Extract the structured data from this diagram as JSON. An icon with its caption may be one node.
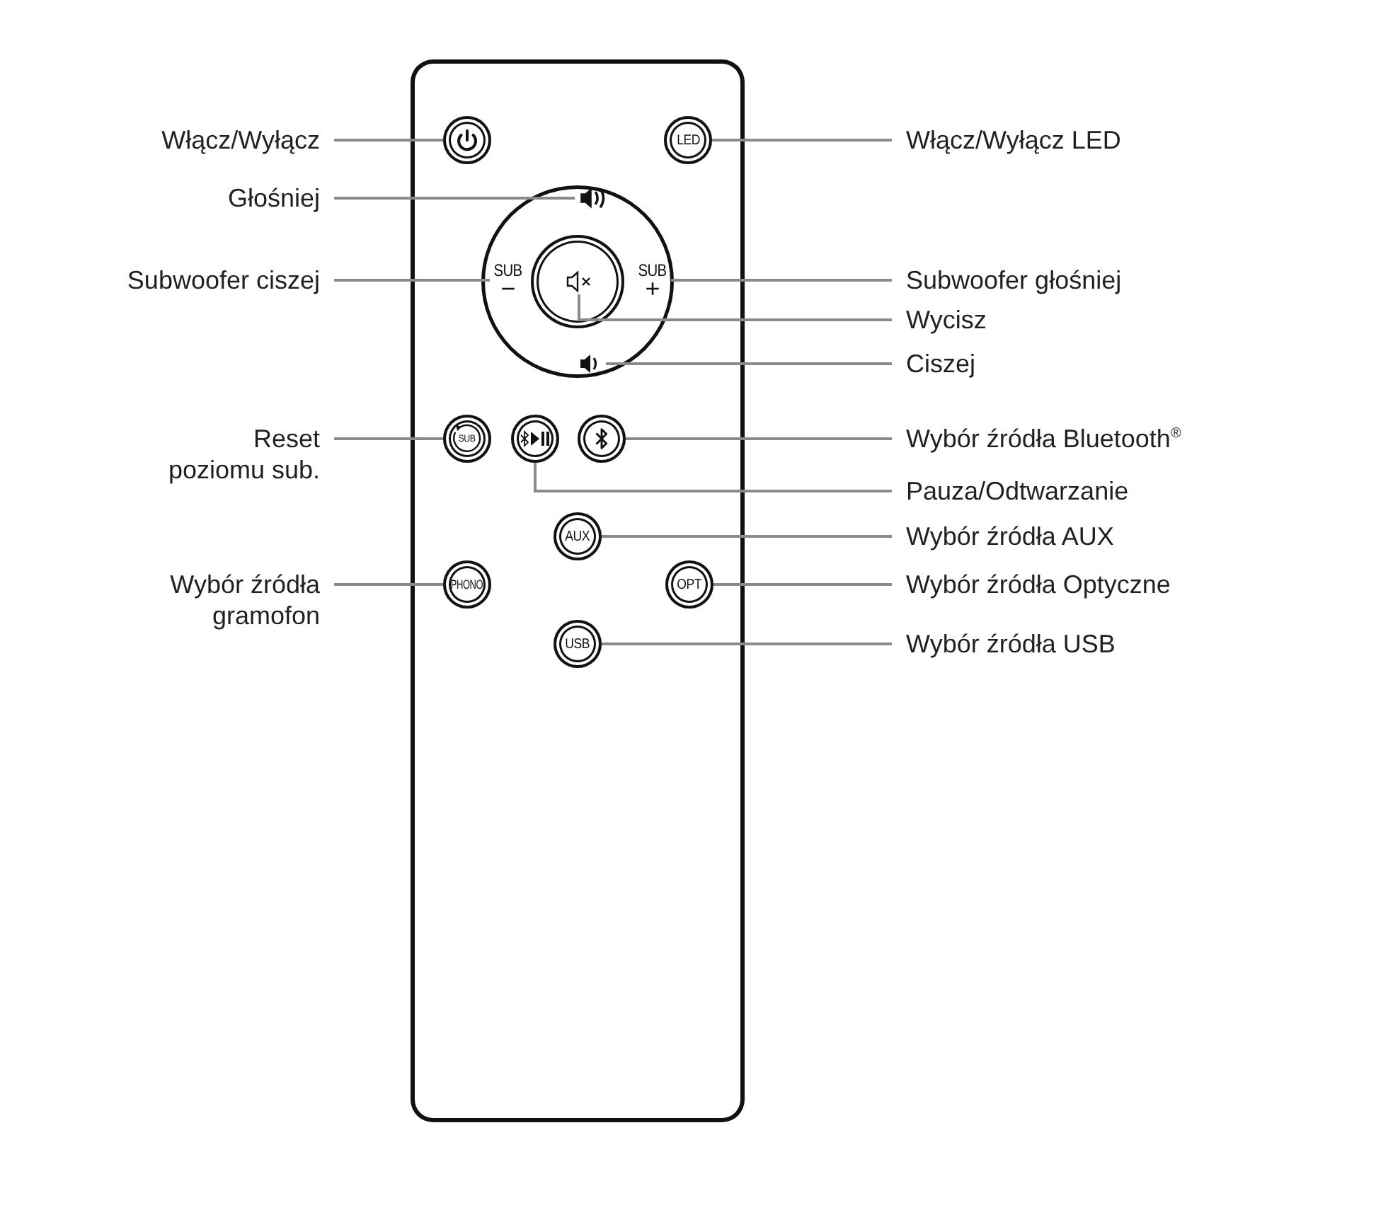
{
  "diagram": {
    "nodes": [
      {
        "text": [],
        "shape": "box"
      },
      {
        "text": [],
        "shape": "circle",
        "in": 0
      },
      {
        "text": [],
        "shape": "circle",
        "in": 0
      },
      {
        "text": [
          "LED"
        ],
        "in": 0
      },
      {
        "text": [],
        "shape": "speaker",
        "in": 1
      },
      {
        "text": [
          "SUB",
          "−"
        ],
        "in": 1
      },
      {
        "text": [],
        "shape": "circle",
        "in": 1
      },
      {
        "text": [],
        "shape": "speaker",
        "in": 6
      },
      {
        "text": [
          "SUB",
          "+"
        ],
        "in": 1
      },
      {
        "text": [],
        "shape": "speaker",
        "in": 1
      },
      {
        "text": [
          "SUB"
        ],
        "in": 0
      },
      {
        "text": [],
        "shape": "circle",
        "in": 0
      },
      {
        "text": [],
        "shape": "circle",
        "in": 0
      },
      {
        "text": [
          "AUX"
        ],
        "in": 0
      },
      {
        "text": [
          "PHONO"
        ],
        "in": 0
      },
      {
        "text": [
          "OPT"
        ],
        "in": 0
      },
      {
        "text": [
          "USB"
        ],
        "in": 0
      },
      {
        "text": [
          "Włącz/Wyłącz"
        ]
      },
      {
        "text": [
          "Włącz/Wyłącz LED"
        ]
      },
      {
        "text": [
          "Głośniej"
        ]
      },
      {
        "text": [
          "Subwoofer ciszej"
        ]
      },
      {
        "text": [
          "Subwoofer głośniej"
        ]
      },
      {
        "text": [
          "Wycisz"
        ]
      },
      {
        "text": [
          "Ciszej"
        ]
      },
      {
        "text": [
          "Reset poziomu sub."
        ]
      },
      {
        "text": [
          "Wybór źródła Bluetooth$^{®}$"
        ]
      },
      {
        "text": [
          "Pauza/Odtwarzanie"
        ]
      },
      {
        "text": [
          "Wybór źródła AUX"
        ]
      },
      {
        "text": [
          "Wybór źródła gramofon"
        ]
      },
      {
        "text": [
          "Wybór źródła Optyczne"
        ]
      },
      {
        "text": [
          "Wybór źródła USB"
        ]
      }
    ],
    "edges": [
      {
        "from": 17,
        "to": 2,
        "arrow": "none"
      },
      {
        "from": 18,
        "to": 3,
        "arrow": "none"
      },
      {
        "from": 19,
        "to": 4,
        "arrow": "none"
      },
      {
        "from": 20,
        "to": 5,
        "arrow": "none"
      },
      {
        "from": 21,
        "to": 8,
        "arrow": "none"
      },
      {
        "from": 22,
        "to": 7,
        "arrow": "none"
      },
      {
        "from": 23,
        "to": 9,
        "arrow": "none"
      },
      {
        "from": 24,
        "to": 10,
        "arrow": "none"
      },
      {
        "from": 25,
        "to": 12,
        "arrow": "none"
      },
      {
        "from": 26,
        "to": 11,
        "arrow": "none"
      },
      {
        "from": 27,
        "to": 13,
        "arrow": "none"
      },
      {
        "from": 28,
        "to": 14,
        "arrow": "none"
      },
      {
        "from": 29,
        "to": 15,
        "arrow": "none"
      },
      {
        "from": 30,
        "to": 16,
        "arrow": "none"
      }
    ]
  }
}
